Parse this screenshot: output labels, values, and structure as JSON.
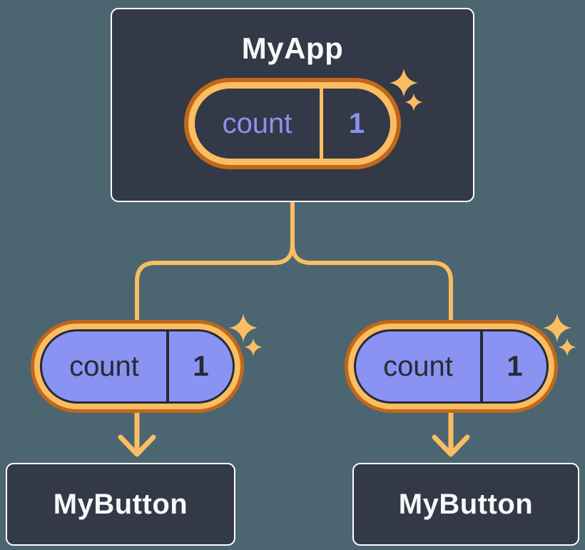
{
  "tree": {
    "root": {
      "label": "MyApp",
      "state": {
        "key": "count",
        "value": "1"
      }
    },
    "children": [
      {
        "label": "MyButton",
        "prop": {
          "key": "count",
          "value": "1"
        }
      },
      {
        "label": "MyButton",
        "prop": {
          "key": "count",
          "value": "1"
        }
      }
    ]
  },
  "colors": {
    "background": "#4C6671",
    "node_fill": "#333946",
    "node_border": "#FFFFFF",
    "node_text": "#F7F8FA",
    "pill_ring_outer": "#C1671A",
    "pill_ring_inner": "#FABD62",
    "state_pill_fill": "#333946",
    "state_pill_text": "#8A92F2",
    "prop_pill_fill": "#8A92F2",
    "prop_pill_text": "#262B33",
    "connector": "#FABD62",
    "sparkle": "#FABD62"
  },
  "icons": {
    "sparkle": "four-pointed-star-sparkle"
  }
}
